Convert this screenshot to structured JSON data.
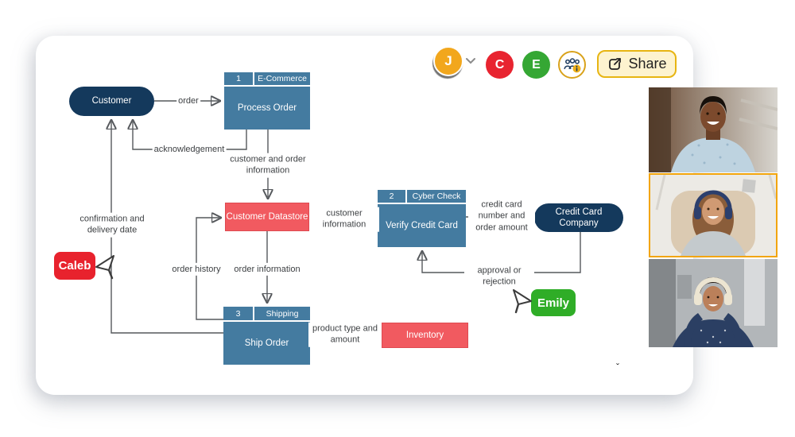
{
  "toolbar": {
    "user_avatar": {
      "initial": "J"
    },
    "collaborators": [
      {
        "initial": "C"
      },
      {
        "initial": "E"
      }
    ],
    "share_button": "Share"
  },
  "diagram": {
    "customer": "Customer",
    "process_order": {
      "num": "1",
      "tag": "E-Commerce",
      "label": "Process Order"
    },
    "customer_datastore": "Customer Datastore",
    "verify_credit_card": {
      "num": "2",
      "tag": "Cyber Check",
      "label": "Verify Credit Card"
    },
    "credit_card_company": "Credit Card Company",
    "ship_order": {
      "num": "3",
      "tag": "Shipping",
      "label": "Ship Order"
    },
    "inventory": "Inventory",
    "labels": {
      "order": "order",
      "acknowledgement": "acknowledgement",
      "customer_order_info": "customer and order information",
      "customer_information": "customer information",
      "credit_card_number": "credit card number and order amount",
      "approval_rejection": "approval or rejection",
      "order_history": "order history",
      "order_information": "order information",
      "confirmation": "confirmation and delivery date",
      "product_type": "product type and amount"
    },
    "cursors": [
      {
        "name": "Caleb",
        "color": "#e8222d"
      },
      {
        "name": "Emily",
        "color": "#2fad27"
      }
    ]
  },
  "colors": {
    "process_blue": "#447ba0",
    "entity_navy": "#14395c",
    "datastore_red": "#f15a60",
    "accent_amber": "#e7b512"
  },
  "video_call": {
    "tiles": [
      {
        "description": "man smiling in blue shirt",
        "active": false
      },
      {
        "description": "woman with headset smiling",
        "active": true
      },
      {
        "description": "woman wearing headphones",
        "active": false
      }
    ]
  },
  "misc": {
    "canvas_mark": "ˇ"
  }
}
